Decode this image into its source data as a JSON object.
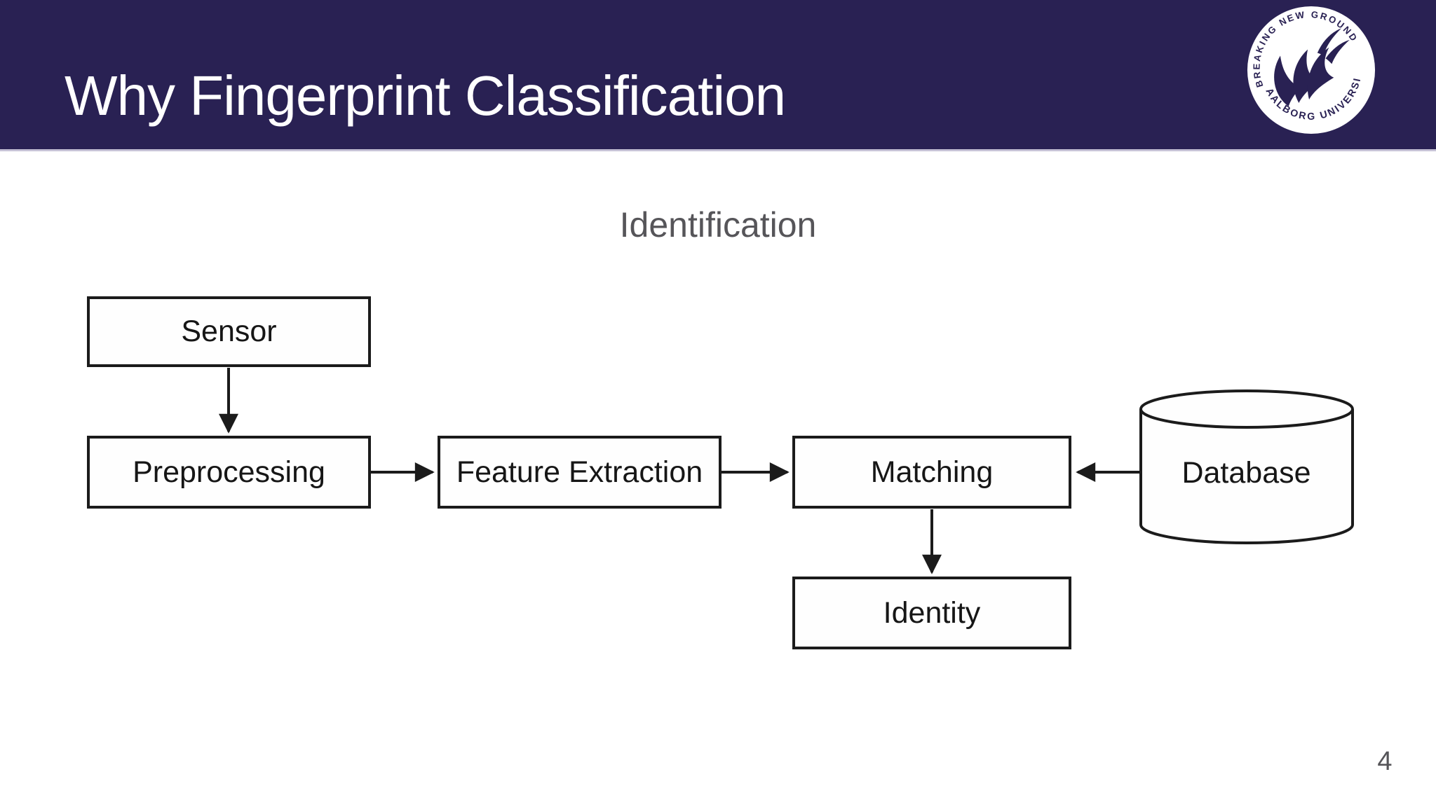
{
  "header": {
    "title": "Why Fingerprint Classification",
    "logo": {
      "arc_top_text": "BREAKING NEW GROUND",
      "arc_bottom_text": "AALBORG UNIVERSITY"
    }
  },
  "slide": {
    "subtitle": "Identification",
    "page_number": "4"
  },
  "colors": {
    "header_bg": "#292153",
    "header_divider": "#c6c2d6",
    "slide_bg": "#ffffff",
    "title_text": "#ffffff",
    "subtitle_text": "#565559",
    "box_border": "#1b1b1b",
    "box_text": "#161616",
    "arrow": "#1b1b1b",
    "logo_bg": "#ffffff",
    "logo_mark": "#292153"
  },
  "diagram": {
    "nodes": [
      {
        "id": "sensor",
        "label": "Sensor",
        "shape": "rect"
      },
      {
        "id": "preprocessing",
        "label": "Preprocessing",
        "shape": "rect"
      },
      {
        "id": "feature-extraction",
        "label": "Feature Extraction",
        "shape": "rect"
      },
      {
        "id": "matching",
        "label": "Matching",
        "shape": "rect"
      },
      {
        "id": "identity",
        "label": "Identity",
        "shape": "rect"
      },
      {
        "id": "database",
        "label": "Database",
        "shape": "cylinder"
      }
    ],
    "edges": [
      {
        "from": "sensor",
        "to": "preprocessing",
        "direction": "down"
      },
      {
        "from": "preprocessing",
        "to": "feature-extraction",
        "direction": "right"
      },
      {
        "from": "feature-extraction",
        "to": "matching",
        "direction": "right"
      },
      {
        "from": "database",
        "to": "matching",
        "direction": "left"
      },
      {
        "from": "matching",
        "to": "identity",
        "direction": "down"
      }
    ]
  }
}
